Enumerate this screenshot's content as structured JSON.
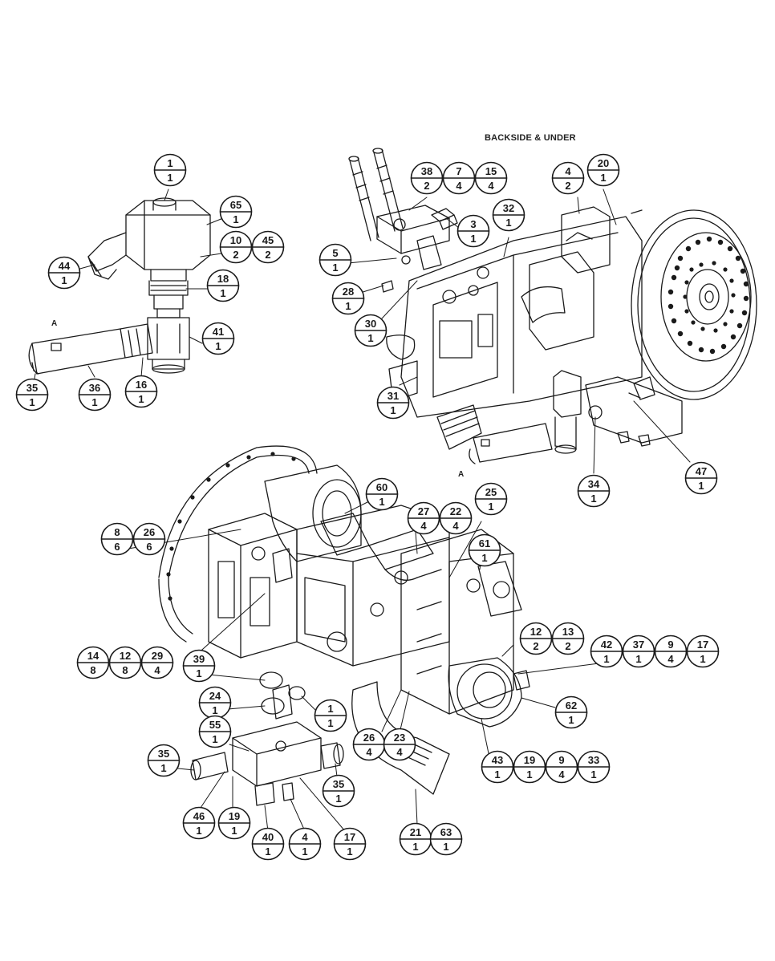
{
  "heading": "BACKSIDE & UNDER",
  "view_label": "A",
  "colors": {
    "line": "#1a1a1a",
    "background": "#ffffff"
  },
  "callouts": [
    {
      "item": "1",
      "qty": "1"
    },
    {
      "item": "65",
      "qty": "1"
    },
    {
      "item": "10",
      "qty": "2"
    },
    {
      "item": "45",
      "qty": "2"
    },
    {
      "item": "44",
      "qty": "1"
    },
    {
      "item": "18",
      "qty": "1"
    },
    {
      "item": "41",
      "qty": "1"
    },
    {
      "item": "35",
      "qty": "1"
    },
    {
      "item": "36",
      "qty": "1"
    },
    {
      "item": "16",
      "qty": "1"
    },
    {
      "item": "38",
      "qty": "2"
    },
    {
      "item": "7",
      "qty": "4"
    },
    {
      "item": "15",
      "qty": "4"
    },
    {
      "item": "4",
      "qty": "2"
    },
    {
      "item": "20",
      "qty": "1"
    },
    {
      "item": "3",
      "qty": "1"
    },
    {
      "item": "32",
      "qty": "1"
    },
    {
      "item": "5",
      "qty": "1"
    },
    {
      "item": "28",
      "qty": "1"
    },
    {
      "item": "30",
      "qty": "1"
    },
    {
      "item": "31",
      "qty": "1"
    },
    {
      "item": "34",
      "qty": "1"
    },
    {
      "item": "47",
      "qty": "1"
    },
    {
      "item": "60",
      "qty": "1"
    },
    {
      "item": "27",
      "qty": "4"
    },
    {
      "item": "22",
      "qty": "4"
    },
    {
      "item": "25",
      "qty": "1"
    },
    {
      "item": "8",
      "qty": "6"
    },
    {
      "item": "26",
      "qty": "6"
    },
    {
      "item": "61",
      "qty": "1"
    },
    {
      "item": "12",
      "qty": "2"
    },
    {
      "item": "13",
      "qty": "2"
    },
    {
      "item": "42",
      "qty": "1"
    },
    {
      "item": "37",
      "qty": "1"
    },
    {
      "item": "9",
      "qty": "4"
    },
    {
      "item": "17",
      "qty": "1"
    },
    {
      "item": "14",
      "qty": "8"
    },
    {
      "item": "12",
      "qty": "8"
    },
    {
      "item": "29",
      "qty": "4"
    },
    {
      "item": "39",
      "qty": "1"
    },
    {
      "item": "24",
      "qty": "1"
    },
    {
      "item": "1",
      "qty": "1"
    },
    {
      "item": "62",
      "qty": "1"
    },
    {
      "item": "55",
      "qty": "1"
    },
    {
      "item": "26",
      "qty": "4"
    },
    {
      "item": "23",
      "qty": "4"
    },
    {
      "item": "43",
      "qty": "1"
    },
    {
      "item": "19",
      "qty": "1"
    },
    {
      "item": "9",
      "qty": "4"
    },
    {
      "item": "33",
      "qty": "1"
    },
    {
      "item": "35",
      "qty": "1"
    },
    {
      "item": "35",
      "qty": "1"
    },
    {
      "item": "46",
      "qty": "1"
    },
    {
      "item": "19",
      "qty": "1"
    },
    {
      "item": "40",
      "qty": "1"
    },
    {
      "item": "4",
      "qty": "1"
    },
    {
      "item": "17",
      "qty": "1"
    },
    {
      "item": "21",
      "qty": "1"
    },
    {
      "item": "63",
      "qty": "1"
    }
  ]
}
